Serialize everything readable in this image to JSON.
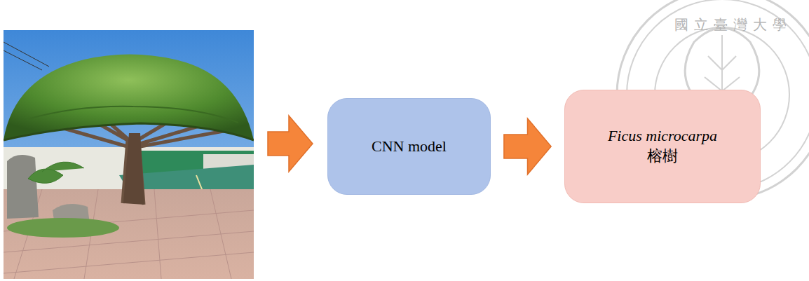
{
  "diagram": {
    "nodes": [
      {
        "text": [
          "CNN model"
        ]
      },
      {
        "text": [
          "Ficus microcarpa",
          "榕樹"
        ]
      }
    ],
    "edges": [
      {
        "from": 0,
        "to": 1,
        "arrow": "to"
      }
    ],
    "labels": [
      "國立臺灣大學"
    ]
  }
}
